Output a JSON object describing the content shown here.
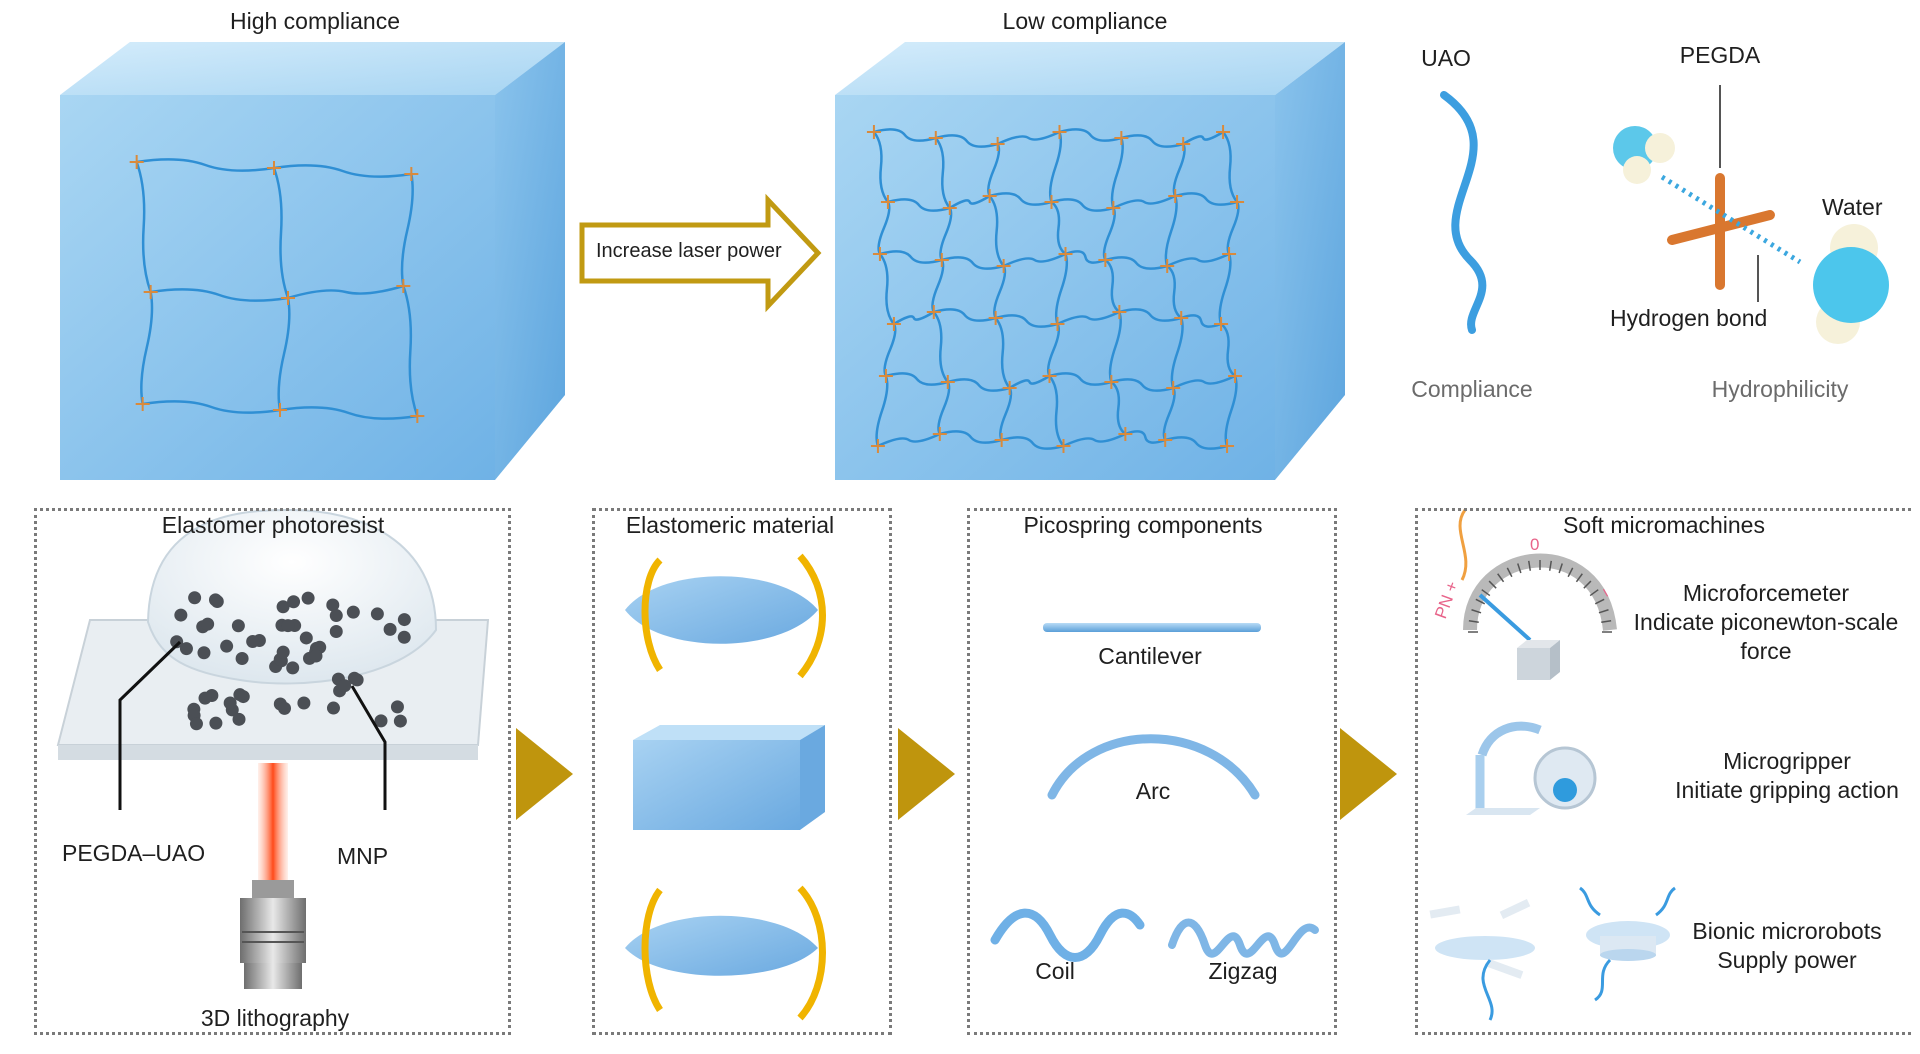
{
  "top": {
    "high_compliance": "High compliance",
    "low_compliance": "Low compliance",
    "arrow_label": "Increase laser power",
    "uao": "UAO",
    "pegda": "PEGDA",
    "water": "Water",
    "hydrogen_bond": "Hydrogen bond",
    "compliance": "Compliance",
    "hydrophilicity": "Hydrophilicity"
  },
  "panels": {
    "photoresist": {
      "title": "Elastomer photoresist",
      "pegda_uao": "PEGDA–UAO",
      "mnp": "MNP",
      "lithography": "3D lithography"
    },
    "material": {
      "title": "Elastomeric material"
    },
    "components": {
      "title": "Picospring components",
      "cantilever": "Cantilever",
      "arc": "Arc",
      "coil": "Coil",
      "zigzag": "Zigzag"
    },
    "machines": {
      "title": "Soft micromachines",
      "microforcemeter": "Microforcemeter",
      "microforcemeter_desc1": "Indicate piconewton-scale",
      "microforcemeter_desc2": "force",
      "microgripper": "Microgripper",
      "microgripper_desc": "Initiate gripping action",
      "microrobots": "Bionic microrobots",
      "microrobots_desc": "Supply power",
      "gauge_pn": "PN +",
      "gauge_zero": "0",
      "gauge_minus": "−"
    }
  },
  "colors": {
    "hydrogel": "#8cc7ee",
    "hydrogel_dark": "#4f9fdc",
    "chain": "#2f8fd4",
    "crosslink": "#d98a3c",
    "arrow_gold": "#c19a12",
    "spring": "#7fb6e6",
    "laser": "#ff5a2a"
  }
}
